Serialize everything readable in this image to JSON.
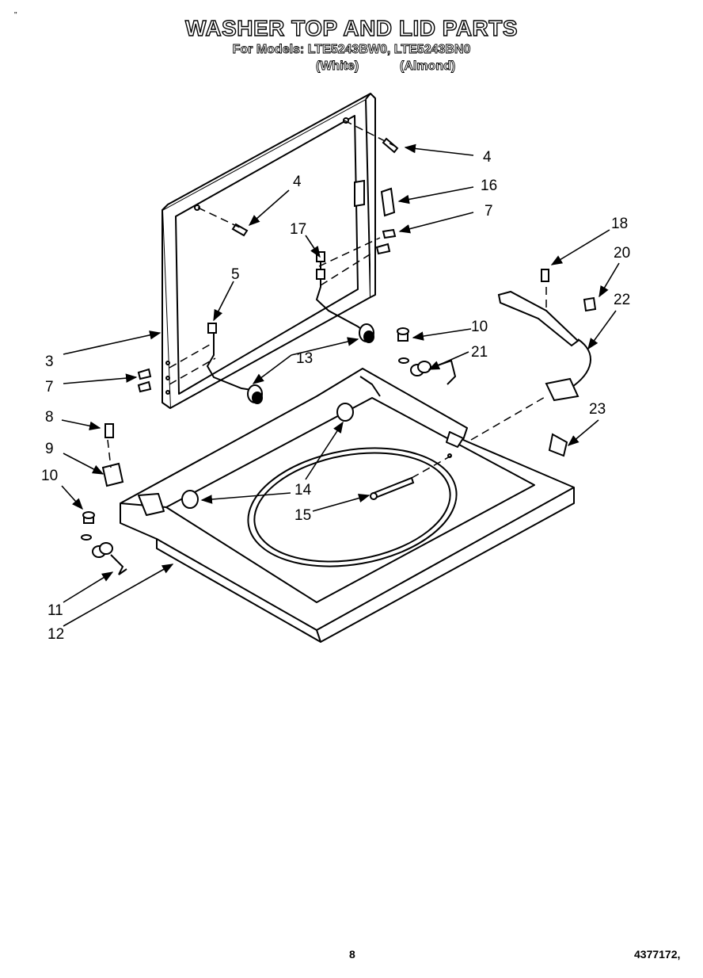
{
  "header": {
    "title": "WASHER TOP AND LID PARTS",
    "models_line": "For Models: LTE5243BW0, LTE5243BN0",
    "finish_white": "(White)",
    "finish_almond": "(Almond)"
  },
  "callouts": {
    "c3": "3",
    "c4a": "4",
    "c4b": "4",
    "c5": "5",
    "c7a": "7",
    "c7b": "7",
    "c8": "8",
    "c9": "9",
    "c10a": "10",
    "c10b": "10",
    "c11": "11",
    "c12": "12",
    "c13a": "13",
    "c13b": "13",
    "c14a": "14",
    "c14b": "14",
    "c15": "15",
    "c16": "16",
    "c17": "17",
    "c18": "18",
    "c20": "20",
    "c21": "21",
    "c22": "22",
    "c23": "23"
  },
  "footer": {
    "page_number": "8",
    "doc_number": "4377172,"
  },
  "corner_mark": "\""
}
